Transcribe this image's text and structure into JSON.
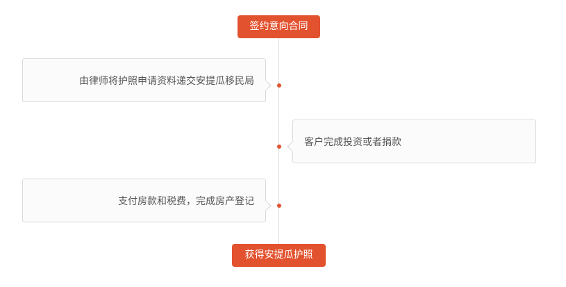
{
  "timeline": {
    "start_label": "签约意向合同",
    "end_label": "获得安提瓜护照",
    "steps": [
      {
        "text": "由律师将护照申请资料递交安提瓜移民局"
      },
      {
        "text": "客户完成投资或者捐款"
      },
      {
        "text": "支付房款和税费，完成房产登记"
      }
    ]
  },
  "colors": {
    "accent": "#e2522f",
    "line": "#d9d9d9",
    "card_background": "#fbfbfb",
    "text": "#555555"
  }
}
